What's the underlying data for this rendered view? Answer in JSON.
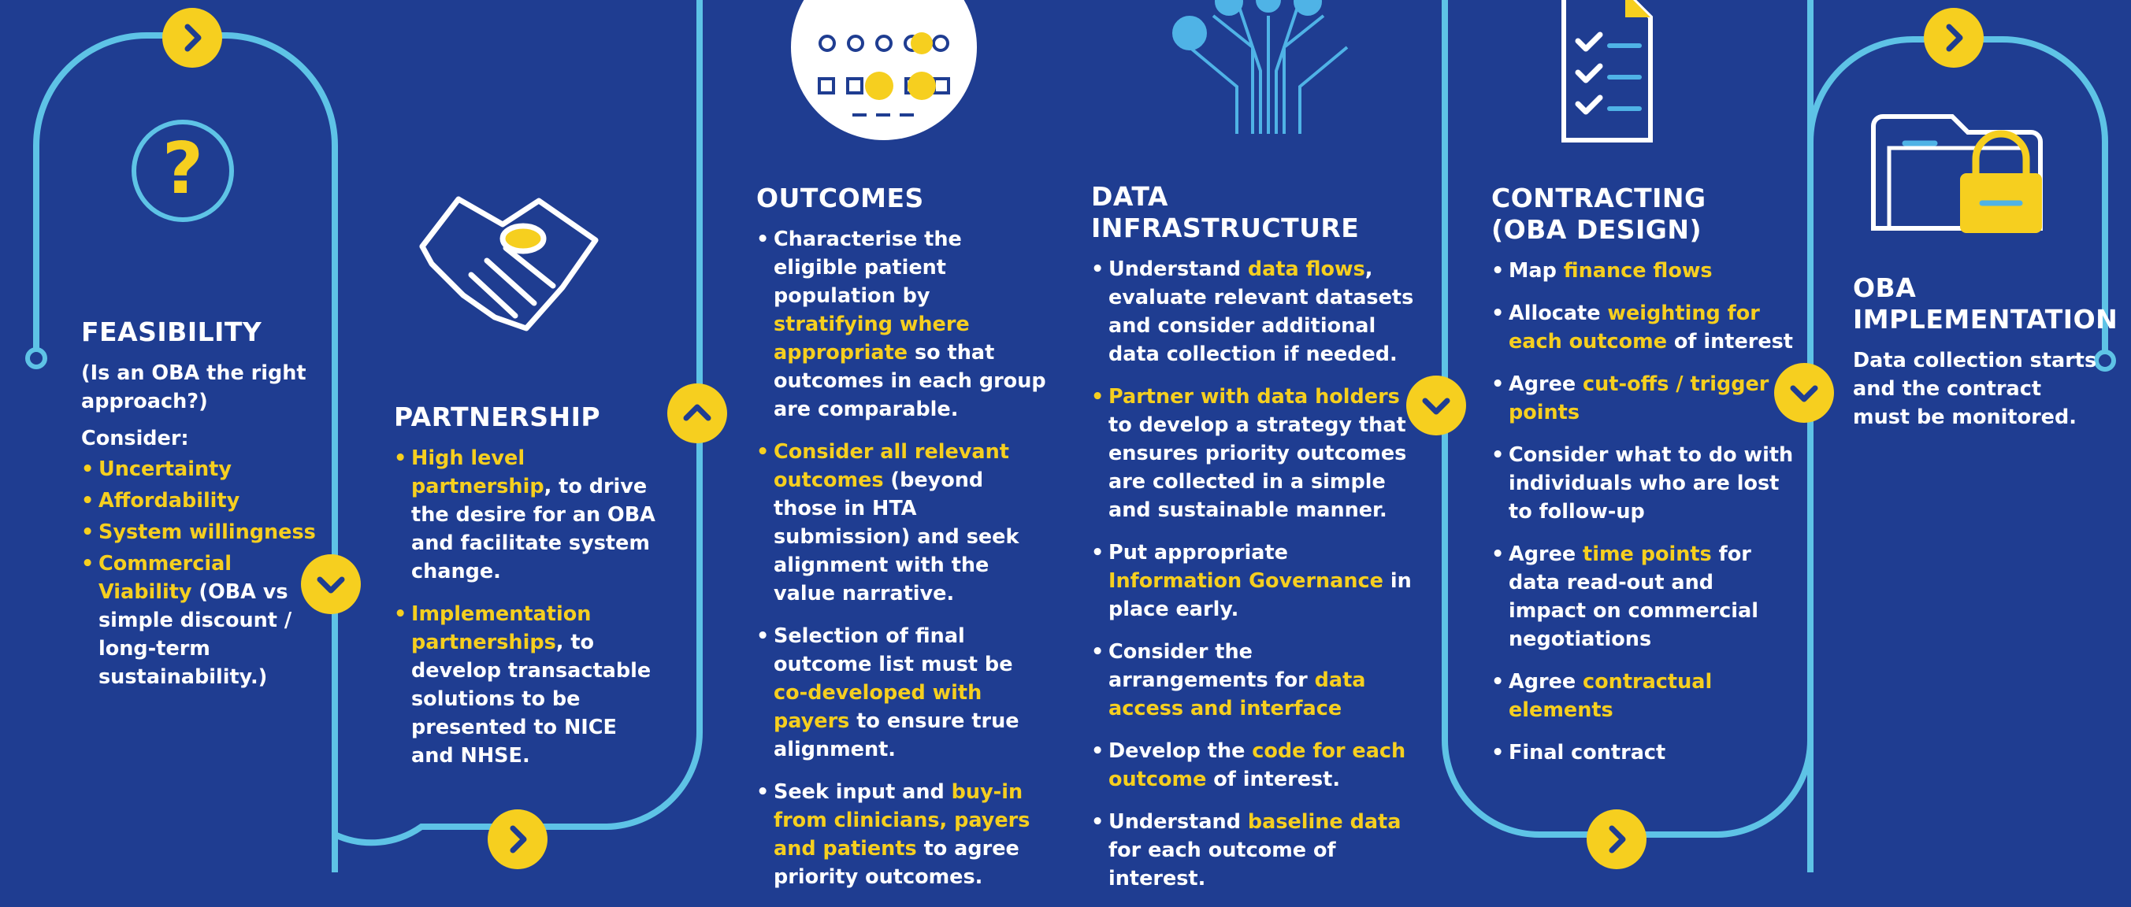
{
  "colors": {
    "background": "#1f3d91",
    "path": "#5ec3e6",
    "node": "#f6cf1f",
    "node_arrow": "#1f3d91",
    "highlight": "#f6cf1f",
    "text": "#ffffff"
  },
  "nav_nodes": [
    {
      "name": "feasibility-top-next",
      "icon": "chevron-right"
    },
    {
      "name": "feasibility-down",
      "icon": "chevron-down"
    },
    {
      "name": "partnership-bottom-next",
      "icon": "chevron-right"
    },
    {
      "name": "outcomes-up",
      "icon": "chevron-up"
    },
    {
      "name": "data-infrastructure-down",
      "icon": "chevron-down"
    },
    {
      "name": "contracting-bottom-next",
      "icon": "chevron-right"
    },
    {
      "name": "contracting-down",
      "icon": "chevron-down"
    },
    {
      "name": "implementation-top-next",
      "icon": "chevron-right"
    }
  ],
  "stages": {
    "feasibility": {
      "icon": "question-mark-icon",
      "title": "FEASIBILITY",
      "question": "(Is an OBA the right approach?)",
      "consider_label": "Consider:",
      "items": [
        {
          "segments": [
            {
              "text": "Uncertainty",
              "hl": true
            }
          ]
        },
        {
          "segments": [
            {
              "text": "Affordability",
              "hl": true
            }
          ]
        },
        {
          "segments": [
            {
              "text": "System willingness",
              "hl": true
            }
          ]
        },
        {
          "segments": [
            {
              "text": "Commercial Viability",
              "hl": true
            },
            {
              "text": " (OBA vs simple discount / long-term sustainability.)",
              "hl": false
            }
          ]
        }
      ]
    },
    "partnership": {
      "icon": "handshake-icon",
      "title": "PARTNERSHIP",
      "items": [
        {
          "segments": [
            {
              "text": "High level partnership",
              "hl": true
            },
            {
              "text": ", to drive the desire for an OBA and facilitate system change.",
              "hl": false
            }
          ]
        },
        {
          "segments": [
            {
              "text": "Implementation partnerships",
              "hl": true
            },
            {
              "text": ", to develop transactable solutions to be presented to NICE and NHSE.",
              "hl": false
            }
          ]
        }
      ]
    },
    "outcomes": {
      "icon": "health-icons-circle-icon",
      "title": "OUTCOMES",
      "items": [
        {
          "segments": [
            {
              "text": "Characterise the eligible patient population by ",
              "hl": false
            },
            {
              "text": "stratifying where appropriate",
              "hl": true
            },
            {
              "text": " so that outcomes in each group are comparable.",
              "hl": false
            }
          ]
        },
        {
          "segments": [
            {
              "text": "Consider all relevant outcomes",
              "hl": true
            },
            {
              "text": " (beyond those in HTA submission) and seek alignment with the value narrative.",
              "hl": false
            }
          ]
        },
        {
          "segments": [
            {
              "text": "Selection of final outcome list must be ",
              "hl": false
            },
            {
              "text": "co-developed with payers",
              "hl": true
            },
            {
              "text": " to ensure true alignment.",
              "hl": false
            }
          ]
        },
        {
          "segments": [
            {
              "text": "Seek input and ",
              "hl": false
            },
            {
              "text": "buy-in from clinicians, payers and patients",
              "hl": true
            },
            {
              "text": " to agree priority outcomes.",
              "hl": false
            }
          ]
        }
      ]
    },
    "data_infrastructure": {
      "icon": "data-tree-icon",
      "title": "DATA INFRASTRUCTURE",
      "items": [
        {
          "segments": [
            {
              "text": "Understand ",
              "hl": false
            },
            {
              "text": "data flows",
              "hl": true
            },
            {
              "text": ", evaluate relevant datasets and consider additional data collection if needed.",
              "hl": false
            }
          ]
        },
        {
          "segments": [
            {
              "text": "Partner with data holders",
              "hl": true
            },
            {
              "text": " to develop a strategy that ensures priority outcomes are collected in a simple and sustainable manner.",
              "hl": false
            }
          ]
        },
        {
          "segments": [
            {
              "text": "Put appropriate ",
              "hl": false
            },
            {
              "text": "Information Governance",
              "hl": true
            },
            {
              "text": " in place early.",
              "hl": false
            }
          ]
        },
        {
          "segments": [
            {
              "text": "Consider the arrangements for ",
              "hl": false
            },
            {
              "text": "data access and interface",
              "hl": true
            }
          ]
        },
        {
          "segments": [
            {
              "text": "Develop the ",
              "hl": false
            },
            {
              "text": "code for each outcome",
              "hl": true
            },
            {
              "text": " of interest.",
              "hl": false
            }
          ]
        },
        {
          "segments": [
            {
              "text": "Understand ",
              "hl": false
            },
            {
              "text": "baseline data",
              "hl": true
            },
            {
              "text": " for each outcome of interest.",
              "hl": false
            }
          ]
        }
      ]
    },
    "contracting": {
      "icon": "checklist-icon",
      "title": "CONTRACTING\n(OBA DESIGN)",
      "items": [
        {
          "segments": [
            {
              "text": "Map ",
              "hl": false
            },
            {
              "text": "finance flows",
              "hl": true
            }
          ]
        },
        {
          "segments": [
            {
              "text": "Allocate ",
              "hl": false
            },
            {
              "text": "weighting for each outcome",
              "hl": true
            },
            {
              "text": " of interest",
              "hl": false
            }
          ]
        },
        {
          "segments": [
            {
              "text": "Agree ",
              "hl": false
            },
            {
              "text": "cut-offs / trigger points",
              "hl": true
            }
          ]
        },
        {
          "segments": [
            {
              "text": "Consider what to do with individuals who are lost to follow-up",
              "hl": false
            }
          ]
        },
        {
          "segments": [
            {
              "text": "Agree ",
              "hl": false
            },
            {
              "text": "time points",
              "hl": true
            },
            {
              "text": " for data read-out and impact on commercial negotiations",
              "hl": false
            }
          ]
        },
        {
          "segments": [
            {
              "text": "Agree ",
              "hl": false
            },
            {
              "text": "contractual elements",
              "hl": true
            }
          ]
        },
        {
          "segments": [
            {
              "text": "Final contract",
              "hl": false
            }
          ]
        }
      ]
    },
    "implementation": {
      "icon": "locked-folder-icon",
      "title": "OBA\nIMPLEMENTATION",
      "description": "Data collection starts and the contract must be monitored."
    }
  }
}
